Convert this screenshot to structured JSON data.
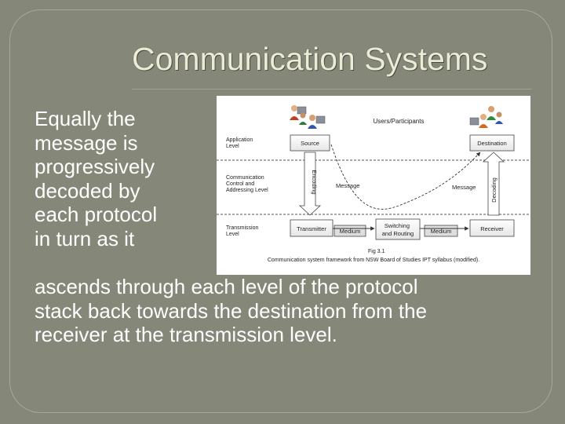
{
  "slide": {
    "title": "Communication Systems",
    "body_lines": [
      "Equally the",
      "message is",
      "progressively",
      "decoded by",
      "each protocol",
      "in turn as it",
      "ascends through each level of the protocol",
      "stack back towards the destination from the",
      "receiver at the transmission level."
    ]
  },
  "figure": {
    "header": "Users/Participants",
    "levels": {
      "application": [
        "Application",
        "Level"
      ],
      "communication": [
        "Communication",
        "Control and",
        "Addressing Level"
      ],
      "transmission": [
        "Transmission",
        "Level"
      ]
    },
    "boxes": {
      "source": "Source",
      "destination": "Destination",
      "transmitter": "Transmitter",
      "medium_left": "Medium",
      "switching": [
        "Switching",
        "and Routing"
      ],
      "medium_right": "Medium",
      "receiver": "Receiver"
    },
    "messages": {
      "left": "Message",
      "right": "Message"
    },
    "arrows": {
      "encoding": "Encoding",
      "decoding": "Decoding"
    },
    "fig_number": "Fig 3.1",
    "caption": "Communication system framework from NSW Board of Studies IPT syllabus (modified).",
    "icons": [
      "users-left-icon",
      "users-right-icon"
    ],
    "colors": {
      "background": "#858878",
      "title": "#ecebd6",
      "text": "#ffffff"
    }
  }
}
